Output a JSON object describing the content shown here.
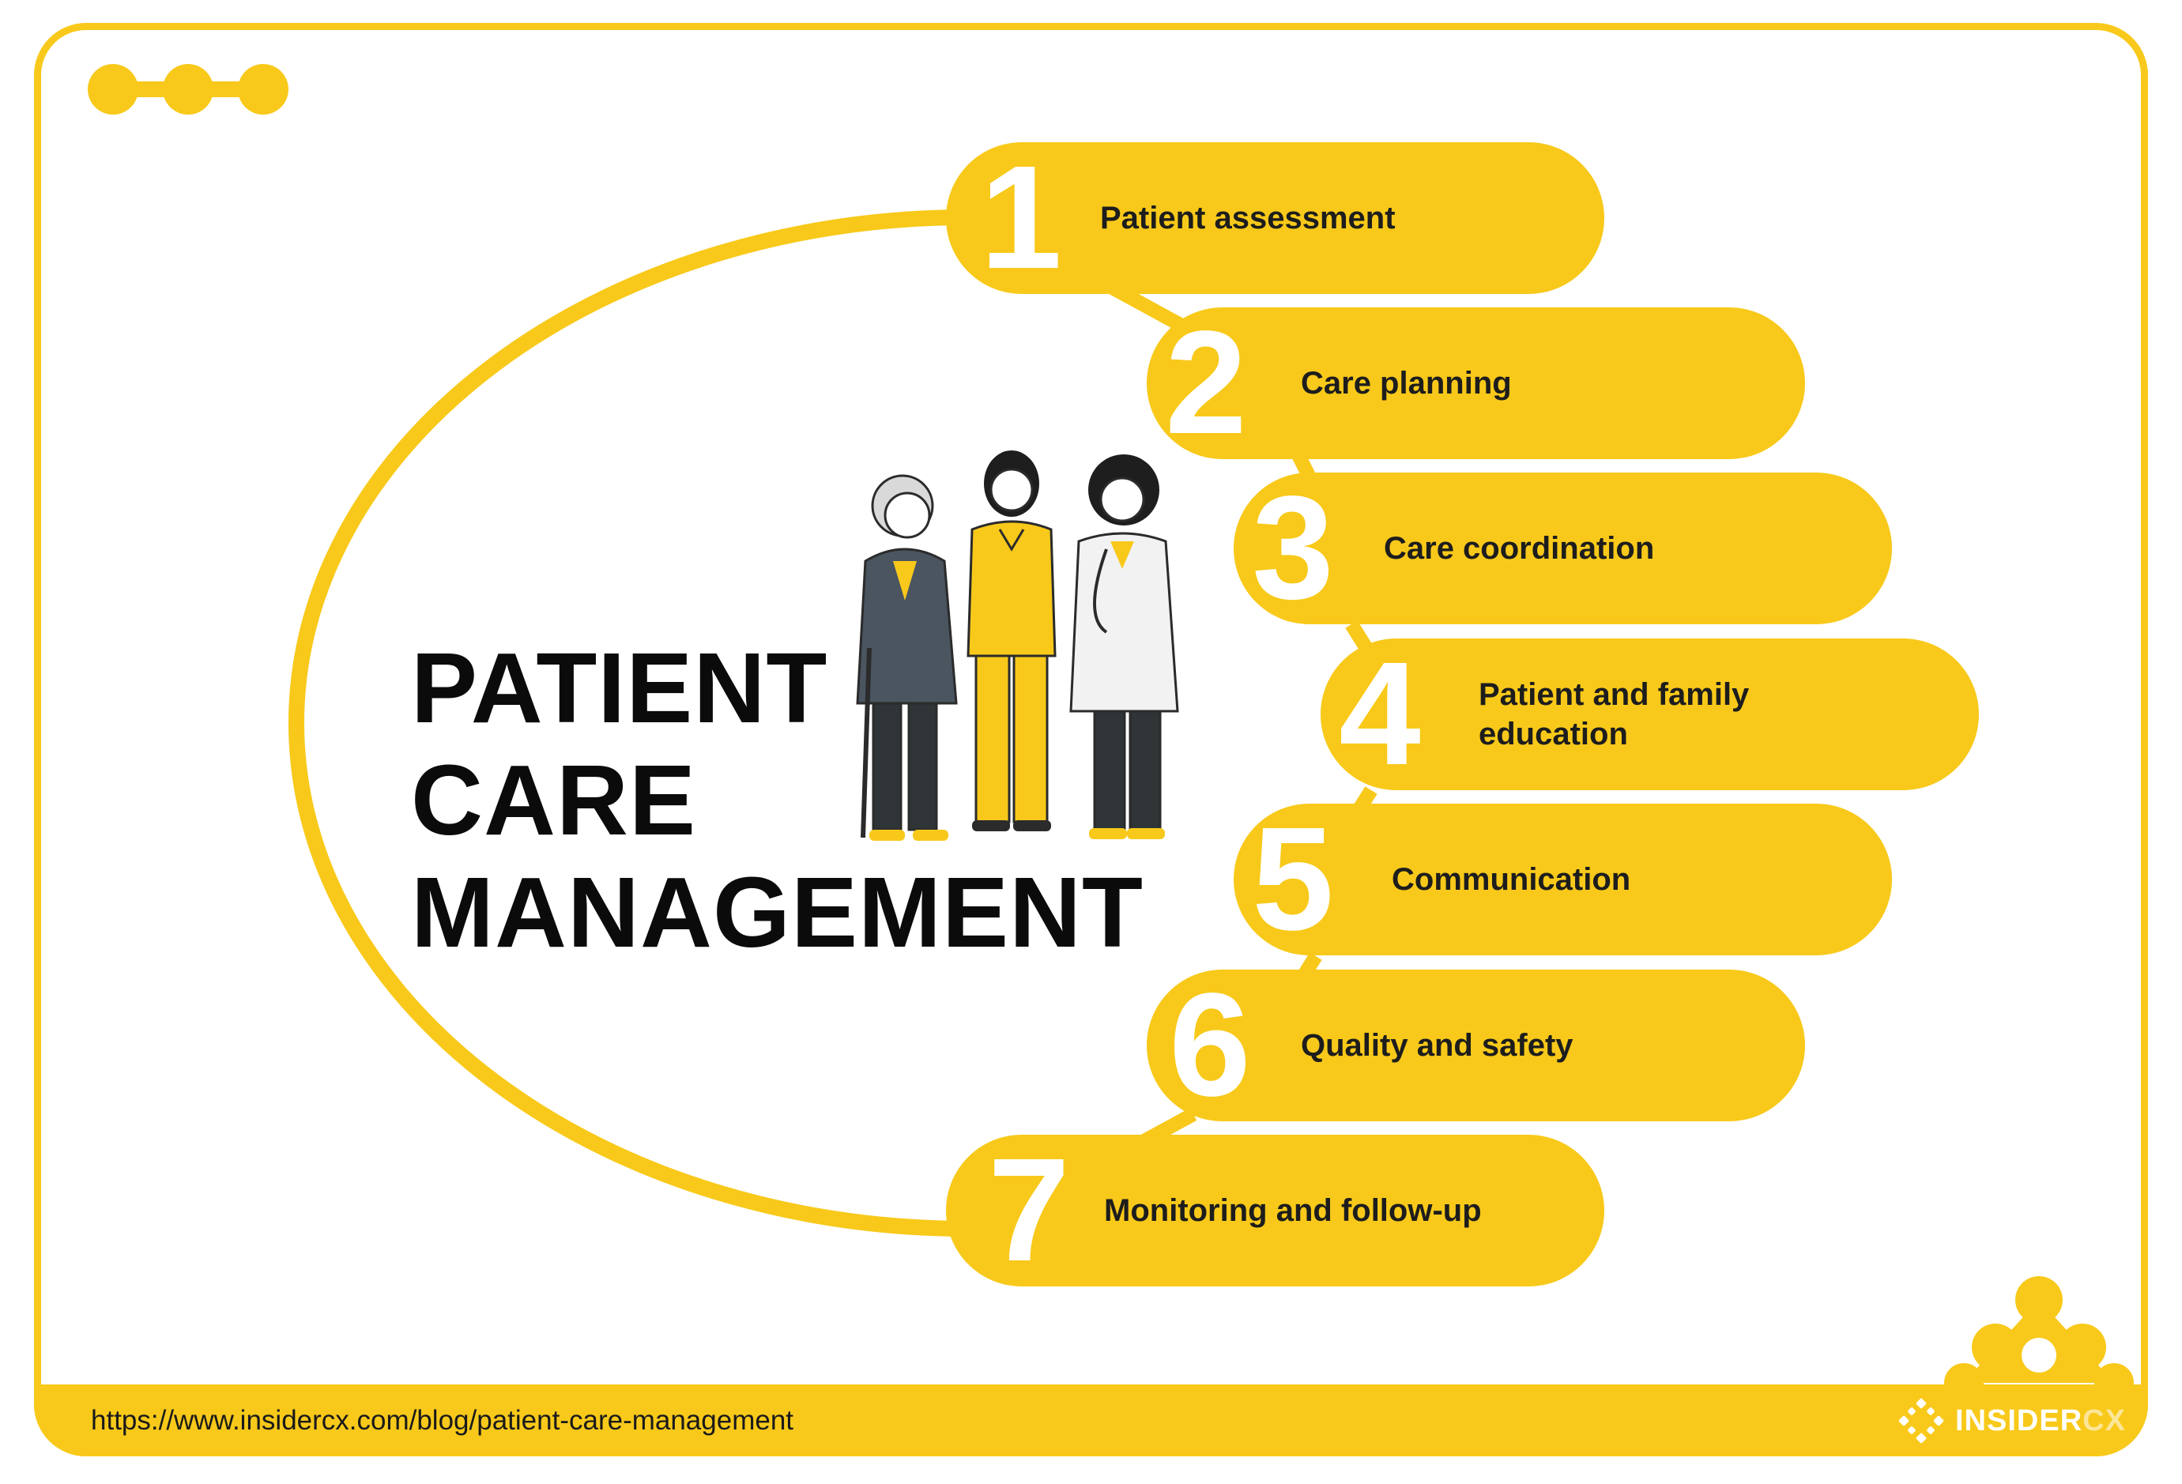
{
  "title_lines": [
    "PATIENT",
    "CARE",
    "MANAGEMENT"
  ],
  "steps": [
    {
      "number": "1",
      "label": "Patient assessment"
    },
    {
      "number": "2",
      "label": "Care planning"
    },
    {
      "number": "3",
      "label": "Care coordination"
    },
    {
      "number": "4",
      "label": "Patient and family education"
    },
    {
      "number": "5",
      "label": "Communication"
    },
    {
      "number": "6",
      "label": "Quality and safety"
    },
    {
      "number": "7",
      "label": "Monitoring and follow-up"
    }
  ],
  "footer": {
    "url": "https://www.insidercx.com/blog/patient-care-management",
    "brand_main": "INSIDER",
    "brand_accent": "CX"
  },
  "colors": {
    "accent": "#F8C91A",
    "text": "#1d1d1d",
    "background": "#ffffff"
  },
  "illustration": "three-people-patient-nurse-doctor-illustration"
}
